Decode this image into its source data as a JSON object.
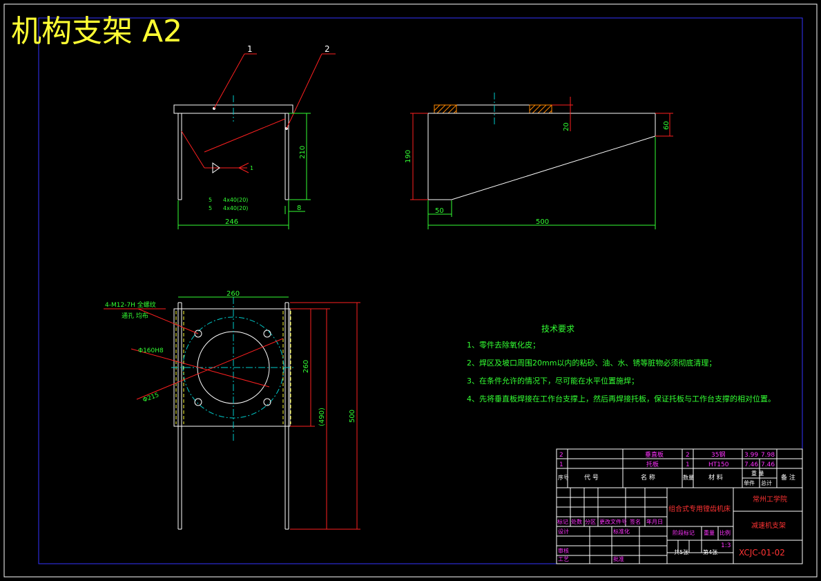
{
  "title": "机构支架 A2",
  "colors": {
    "background": "#000000",
    "part_outline": "#ffffff",
    "dimension": "#33ff33",
    "leader": "#ff2020",
    "centerline": "#00cccc",
    "frame": "#3333ff",
    "table_text": "#ff33ff",
    "table_red": "#ff3333",
    "hatch": "#ff8800"
  },
  "balloons": [
    "1",
    "2"
  ],
  "front_view": {
    "dim_width": "246",
    "dim_height": "210",
    "dim_thickness": "8",
    "weld_label_1": "4x40(20)",
    "weld_label_2": "4x40(20)",
    "weld_size_1": "5",
    "weld_size_2": "5",
    "weld_balloon": "1"
  },
  "side_view": {
    "dim_total_length": "500",
    "dim_left_foot": "50",
    "dim_height": "190",
    "dim_right_height": "60",
    "dim_plate_thickness": "20"
  },
  "top_view": {
    "dim_width": "260",
    "dim_height_inner": "260",
    "dim_height_ref": "(490)",
    "dim_total_height": "500",
    "thread_label_1": "4-M12-7H 全螺纹",
    "thread_label_2": "通孔 均布",
    "dia_circle": "Φ160H8",
    "dia_outer": "Φ215"
  },
  "tech_requirements": {
    "heading": "技术要求",
    "items": [
      "1、零件去除氧化皮；",
      "2、焊区及坡口周围20mm以内的粘砂、油、水、锈等脏物必须彻底清理；",
      "3、在条件允许的情况下，尽可能在水平位置施焊；",
      "4、先将垂直板焊接在工作台支撑上，然后再焊接托板，保证托板与工作台支撑的相对位置。"
    ]
  },
  "title_block": {
    "bom": [
      {
        "no": "2",
        "name": "垂直板",
        "qty": "2",
        "material": "35钢",
        "unit_w": "3.99",
        "total_w": "7.98"
      },
      {
        "no": "1",
        "name": "托板",
        "qty": "1",
        "material": "HT150",
        "unit_w": "7.46",
        "total_w": "7.46"
      }
    ],
    "header": {
      "no": "序号",
      "code": "代 号",
      "name": "名 称",
      "qty": "数量",
      "material": "材 料",
      "weight": "重 量",
      "unit": "单件",
      "total": "总计",
      "remark": "备 注"
    },
    "project": "组合式专用镗齿机床",
    "school": "常州工学院",
    "drawing_name": "减速机支架",
    "drawing_no": "XCJC-01-02",
    "rev_row": [
      "标记",
      "处数",
      "分区",
      "更改文件号",
      "签名",
      "年月日"
    ],
    "design_row": [
      "设计",
      "标准化"
    ],
    "stage_label": "阶段标记",
    "weight_label": "重量",
    "scale_label": "比例",
    "scale": "1:3",
    "review": "审核",
    "process": "工艺",
    "approve": "批准",
    "sheets_total": "共5张",
    "sheet_no": "第4张"
  }
}
